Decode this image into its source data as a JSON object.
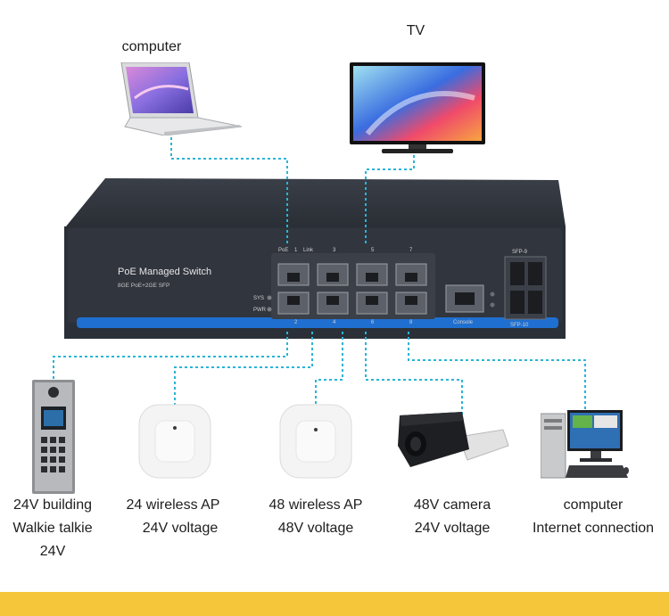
{
  "devices_top": [
    {
      "label": "computer"
    },
    {
      "label": "TV"
    }
  ],
  "switch": {
    "title": "PoE Managed Switch",
    "subtitle": "8GE PoE+2GE SFP",
    "port_top_labels": [
      "PoE",
      "1",
      "Link",
      "3",
      "5",
      "7"
    ],
    "port_bottom_labels": [
      "2",
      "4",
      "6",
      "8"
    ],
    "led_labels": [
      "SYS",
      "PWR"
    ],
    "console_label": "Console",
    "sfp_top_label": "SFP-9",
    "sfp_bottom_label": "SFP-10"
  },
  "devices_bottom": [
    {
      "lines": [
        "24V building",
        "Walkie talkie",
        "24V"
      ]
    },
    {
      "lines": [
        "24 wireless AP",
        "24V voltage"
      ]
    },
    {
      "lines": [
        "48 wireless AP",
        "48V voltage"
      ]
    },
    {
      "lines": [
        "48V camera",
        "24V voltage"
      ]
    },
    {
      "lines": [
        "computer",
        "Internet connection"
      ]
    }
  ],
  "colors": {
    "connector": "#2ab4d6",
    "switch_body": "#2b3038",
    "switch_stripe": "#1f6fd0",
    "footer": "#f6c63a"
  }
}
